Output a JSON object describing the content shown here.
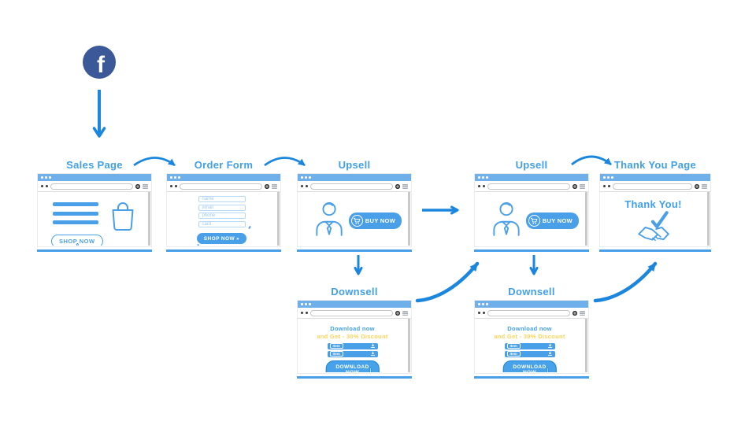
{
  "source": {
    "name": "Facebook",
    "letter": "f"
  },
  "windows": {
    "sales_page": {
      "label": "Sales Page",
      "shop_button": "SHOP NOW"
    },
    "order_form": {
      "label": "Order Form",
      "fields": [
        "name",
        "email",
        "phone",
        "card"
      ],
      "submit_button": "SHOP NOW »"
    },
    "upsell_1": {
      "label": "Upsell",
      "buy_button": "BUY NOW"
    },
    "upsell_2": {
      "label": "Upsell",
      "buy_button": "BUY NOW"
    },
    "thank_you": {
      "label": "Thank You Page",
      "message": "Thank You!"
    },
    "downsell_1": {
      "label": "Downsell",
      "headline": "Download now",
      "subheadline": "and Get - 30% Discount",
      "items": [
        "Item",
        "Item"
      ],
      "download_button": "DOWNLOAD NOW"
    },
    "downsell_2": {
      "label": "Downsell",
      "headline": "Download now",
      "subheadline": "and Get - 30% Discount",
      "items": [
        "Item",
        "Item"
      ],
      "download_button": "DOWNLOAD NOW"
    }
  },
  "colors": {
    "arrow": "#1a86de",
    "accent_blue": "#4aa0e8",
    "label_blue": "#41a0e8",
    "window_topbar": "#6fb0ea",
    "highlight_yellow": "#fcd257",
    "facebook_blue": "#3b5998"
  },
  "icons": {
    "facebook": "f circle",
    "shopping_bag": "outline bag",
    "person": "outline businessman with tie",
    "cart": "shopping cart in circle",
    "handshake_check": "handshake with checkmark",
    "hand_cursor": "pointer hand",
    "download": "down arrow to tray"
  }
}
